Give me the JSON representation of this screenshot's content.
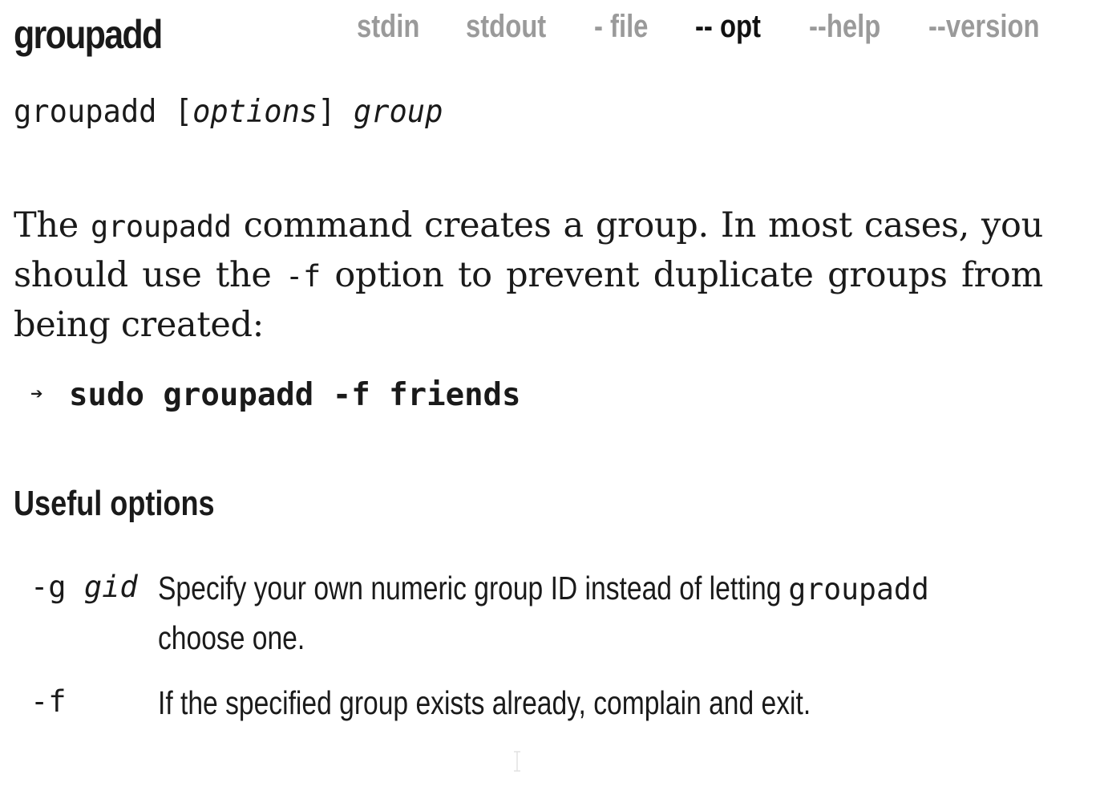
{
  "command": "groupadd",
  "flags": [
    {
      "label": "stdin",
      "active": false
    },
    {
      "label": "stdout",
      "active": false
    },
    {
      "label": "- file",
      "active": false
    },
    {
      "label": "-- opt",
      "active": true
    },
    {
      "label": "--help",
      "active": false
    },
    {
      "label": "--version",
      "active": false
    }
  ],
  "synopsis": {
    "command": "groupadd",
    "options": "options",
    "group": "group"
  },
  "description": {
    "part1": "The ",
    "code1": "groupadd",
    "part2": " command creates a group. In most cases, you should use the ",
    "code2": "-f",
    "part3": " option to prevent duplicate groups from being created:"
  },
  "example": {
    "prompt_icon": "arrow-right-icon",
    "command": "sudo groupadd -f friends"
  },
  "useful_options": {
    "heading": "Useful options",
    "items": [
      {
        "flag": "-g",
        "arg": "gid",
        "desc_before": "Specify your own numeric group ID instead of letting ",
        "desc_code": "groupadd",
        "desc_after": " choose one."
      },
      {
        "flag": "-f",
        "arg": "",
        "desc_before": "If the specified group exists already, complain and exit.",
        "desc_code": "",
        "desc_after": ""
      }
    ]
  },
  "colors": {
    "text": "#1a1a1a",
    "flag_inactive": "#9a9a9a",
    "flag_active": "#111111"
  }
}
